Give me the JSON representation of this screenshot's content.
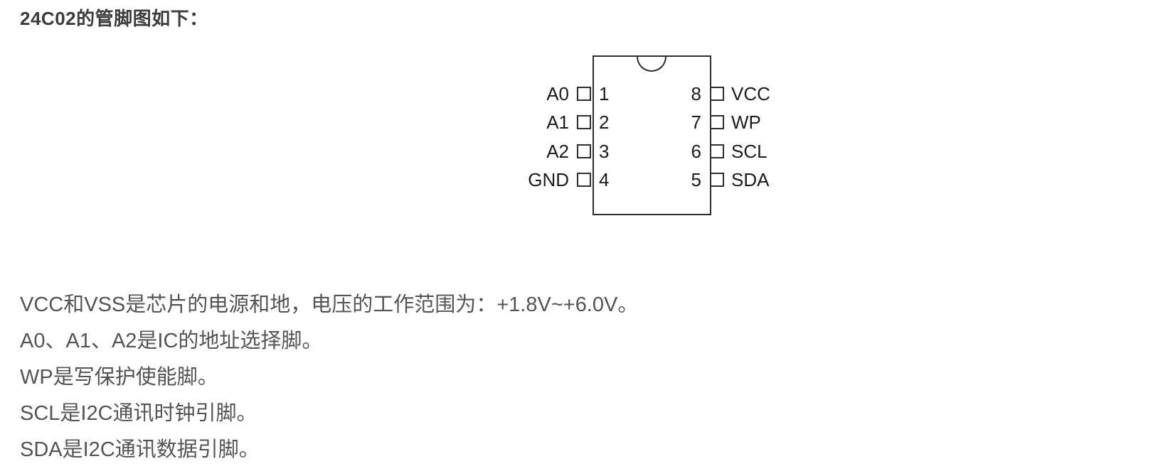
{
  "title": "24C02的管脚图如下：",
  "diagram": {
    "name": "24C02 pin diagram",
    "left_pins": [
      {
        "label": "A0",
        "number": "1"
      },
      {
        "label": "A1",
        "number": "2"
      },
      {
        "label": "A2",
        "number": "3"
      },
      {
        "label": "GND",
        "number": "4"
      }
    ],
    "right_pins": [
      {
        "number": "8",
        "label": "VCC"
      },
      {
        "number": "7",
        "label": "WP"
      },
      {
        "number": "6",
        "label": "SCL"
      },
      {
        "number": "5",
        "label": "SDA"
      }
    ]
  },
  "description": {
    "lines": [
      "VCC和VSS是芯片的电源和地，电压的工作范围为：+1.8V~+6.0V。",
      "A0、A1、A2是IC的地址选择脚。",
      "WP是写保护使能脚。",
      "SCL是I2C通讯时钟引脚。",
      "SDA是I2C通讯数据引脚。"
    ]
  },
  "colors": {
    "background": "#ffffff",
    "title_text": "#3c3c3c",
    "body_text": "#545454",
    "diagram_line": "#2e2e2e",
    "diagram_text": "#1c1c1e"
  }
}
